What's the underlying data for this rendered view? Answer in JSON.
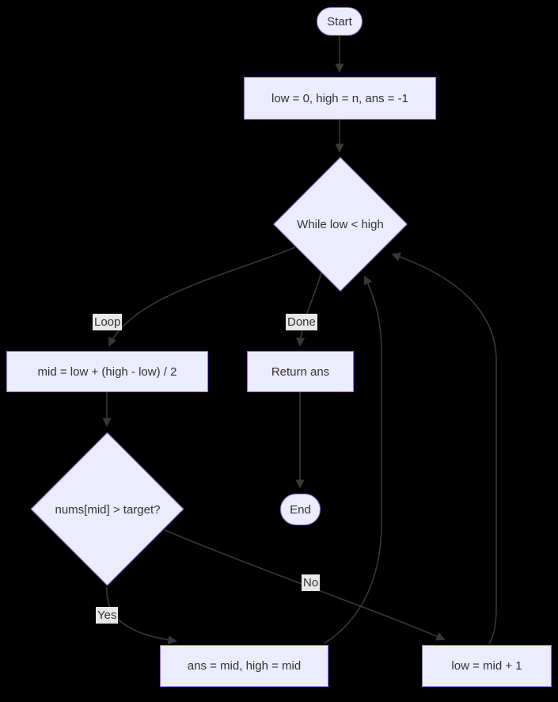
{
  "diagram": {
    "type": "flowchart",
    "nodes": {
      "start": {
        "label": "Start",
        "shape": "stadium"
      },
      "init": {
        "label": "low = 0, high = n, ans = -1",
        "shape": "rect"
      },
      "while_loop": {
        "label": "While low < high",
        "shape": "diamond"
      },
      "mid": {
        "label": "mid = low + (high - low) / 2",
        "shape": "rect"
      },
      "return_ans": {
        "label": "Return ans",
        "shape": "rect"
      },
      "check": {
        "label": "nums[mid] > target?",
        "shape": "diamond"
      },
      "end": {
        "label": "End",
        "shape": "stadium"
      },
      "assign": {
        "label": "ans = mid, high = mid",
        "shape": "rect"
      },
      "advance": {
        "label": "low = mid + 1",
        "shape": "rect"
      }
    },
    "edge_labels": {
      "loop": "Loop",
      "done": "Done",
      "yes": "Yes",
      "no": "No"
    },
    "colors": {
      "background": "#000000",
      "node_fill": "#ECECFF",
      "node_border": "#9370DB",
      "edge": "#383838",
      "edge_label_bg": "#E8E8E8",
      "text": "#333333"
    }
  }
}
